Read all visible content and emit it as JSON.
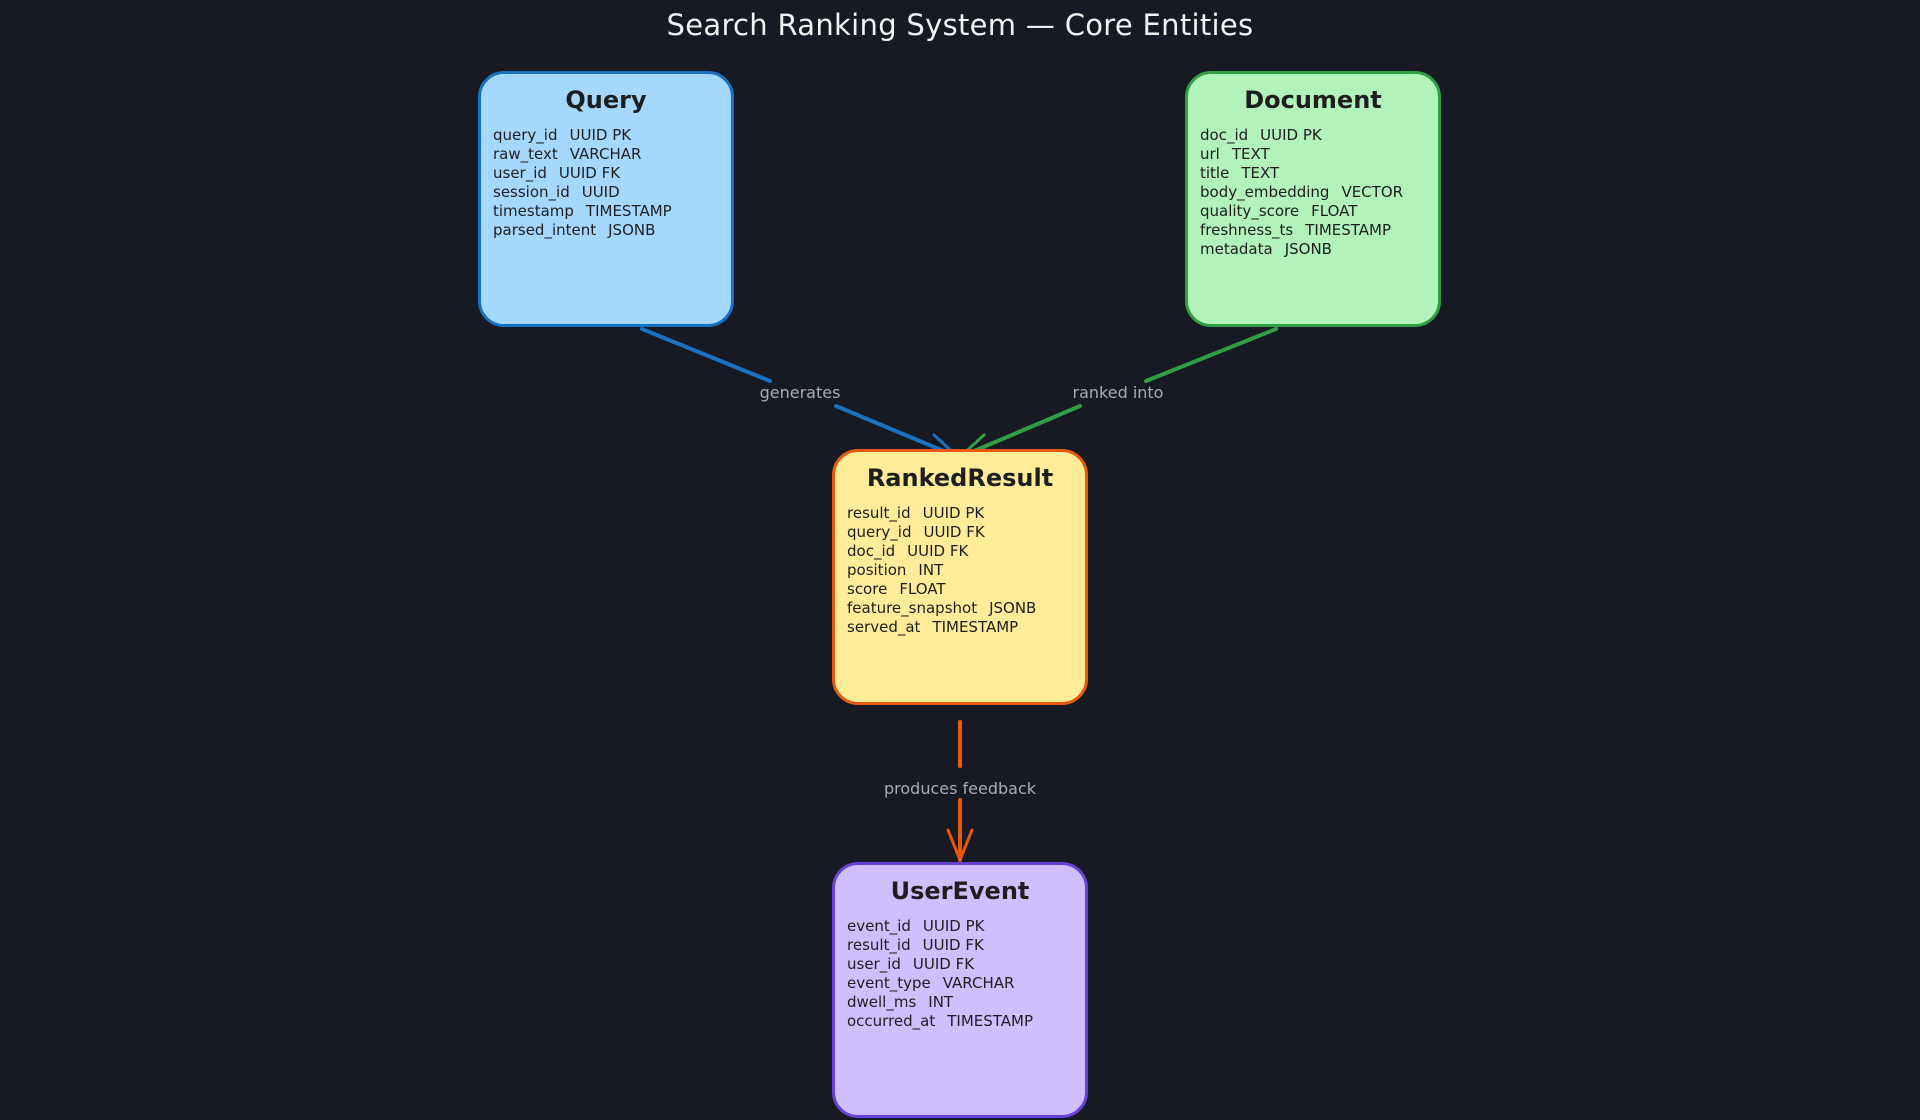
{
  "title": "Search Ranking System — Core Entities",
  "colors": {
    "background": "#171923",
    "query_fill": "#a5d8ff",
    "query_stroke": "#1971c2",
    "document_fill": "#b2f2bb",
    "document_stroke": "#2f9e44",
    "ranked_fill": "#ffec99",
    "ranked_stroke": "#e8590c",
    "event_fill": "#d0bfff",
    "event_stroke": "#6741d9"
  },
  "entities": {
    "query": {
      "name": "Query",
      "fields": [
        {
          "name": "query_id",
          "type": "UUID PK"
        },
        {
          "name": "raw_text",
          "type": "VARCHAR"
        },
        {
          "name": "user_id",
          "type": "UUID FK"
        },
        {
          "name": "session_id",
          "type": "UUID"
        },
        {
          "name": "timestamp",
          "type": "TIMESTAMP"
        },
        {
          "name": "parsed_intent",
          "type": "JSONB"
        }
      ]
    },
    "document": {
      "name": "Document",
      "fields": [
        {
          "name": "doc_id",
          "type": "UUID PK"
        },
        {
          "name": "url",
          "type": "TEXT"
        },
        {
          "name": "title",
          "type": "TEXT"
        },
        {
          "name": "body_embedding",
          "type": "VECTOR"
        },
        {
          "name": "quality_score",
          "type": "FLOAT"
        },
        {
          "name": "freshness_ts",
          "type": "TIMESTAMP"
        },
        {
          "name": "metadata",
          "type": "JSONB"
        }
      ]
    },
    "ranked": {
      "name": "RankedResult",
      "fields": [
        {
          "name": "result_id",
          "type": "UUID PK"
        },
        {
          "name": "query_id",
          "type": "UUID FK"
        },
        {
          "name": "doc_id",
          "type": "UUID FK"
        },
        {
          "name": "position",
          "type": "INT"
        },
        {
          "name": "score",
          "type": "FLOAT"
        },
        {
          "name": "feature_snapshot",
          "type": "JSONB"
        },
        {
          "name": "served_at",
          "type": "TIMESTAMP"
        }
      ]
    },
    "event": {
      "name": "UserEvent",
      "fields": [
        {
          "name": "event_id",
          "type": "UUID PK"
        },
        {
          "name": "result_id",
          "type": "UUID FK"
        },
        {
          "name": "user_id",
          "type": "UUID FK"
        },
        {
          "name": "event_type",
          "type": "VARCHAR"
        },
        {
          "name": "dwell_ms",
          "type": "INT"
        },
        {
          "name": "occurred_at",
          "type": "TIMESTAMP"
        }
      ]
    }
  },
  "relationships": {
    "generates": "generates",
    "ranked_into": "ranked into",
    "produces_feedback": "produces feedback"
  }
}
